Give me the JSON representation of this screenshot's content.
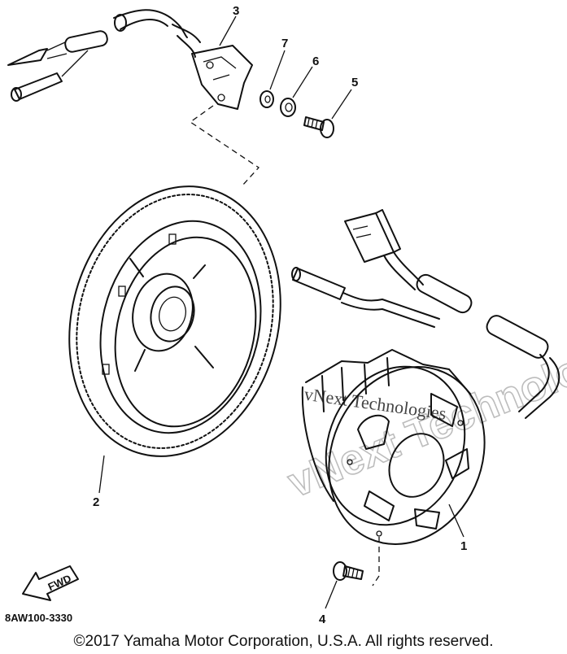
{
  "diagram": {
    "callouts": [
      "1",
      "2",
      "3",
      "4",
      "5",
      "6",
      "7"
    ],
    "diagram_code": "8AW100-3330",
    "arrow_label": "FWD",
    "watermark_large": "vNext Technologies",
    "watermark_small": "vNext Technologies"
  },
  "footer": {
    "copyright": "©2017 Yamaha Motor Corporation, U.S.A. All rights reserved."
  }
}
